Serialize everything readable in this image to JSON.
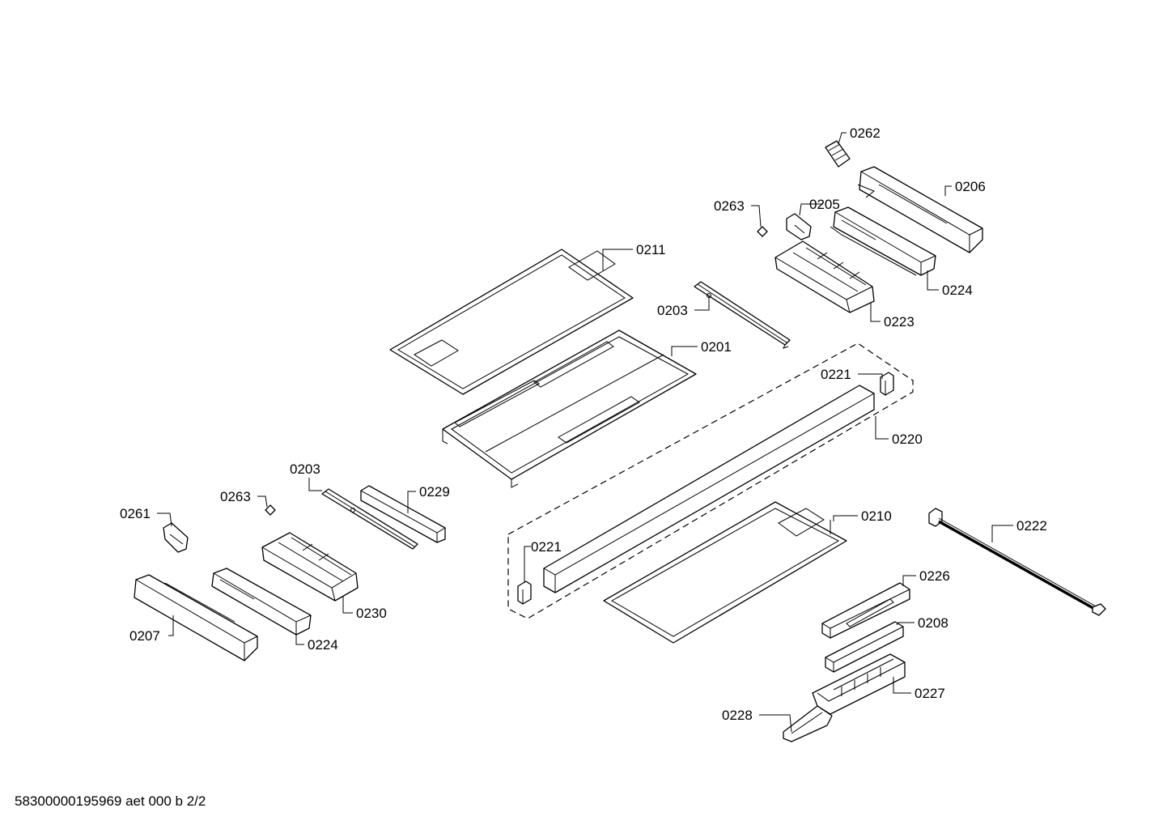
{
  "footer": {
    "code": "58300000195969 aet 000 b 2/2"
  },
  "labels": {
    "p0262": "0262",
    "p0206": "0206",
    "p0263a": "0263",
    "p0205": "0205",
    "p0211": "0211",
    "p0224a": "0224",
    "p0203a": "0203",
    "p0223": "0223",
    "p0201": "0201",
    "p0221a": "0221",
    "p0220": "0220",
    "p0203b": "0203",
    "p0229": "0229",
    "p0263b": "0263",
    "p0261": "0261",
    "p0210": "0210",
    "p0222": "0222",
    "p0221b": "0221",
    "p0226": "0226",
    "p0230": "0230",
    "p0208": "0208",
    "p0207": "0207",
    "p0224b": "0224",
    "p0227": "0227",
    "p0228": "0228"
  }
}
